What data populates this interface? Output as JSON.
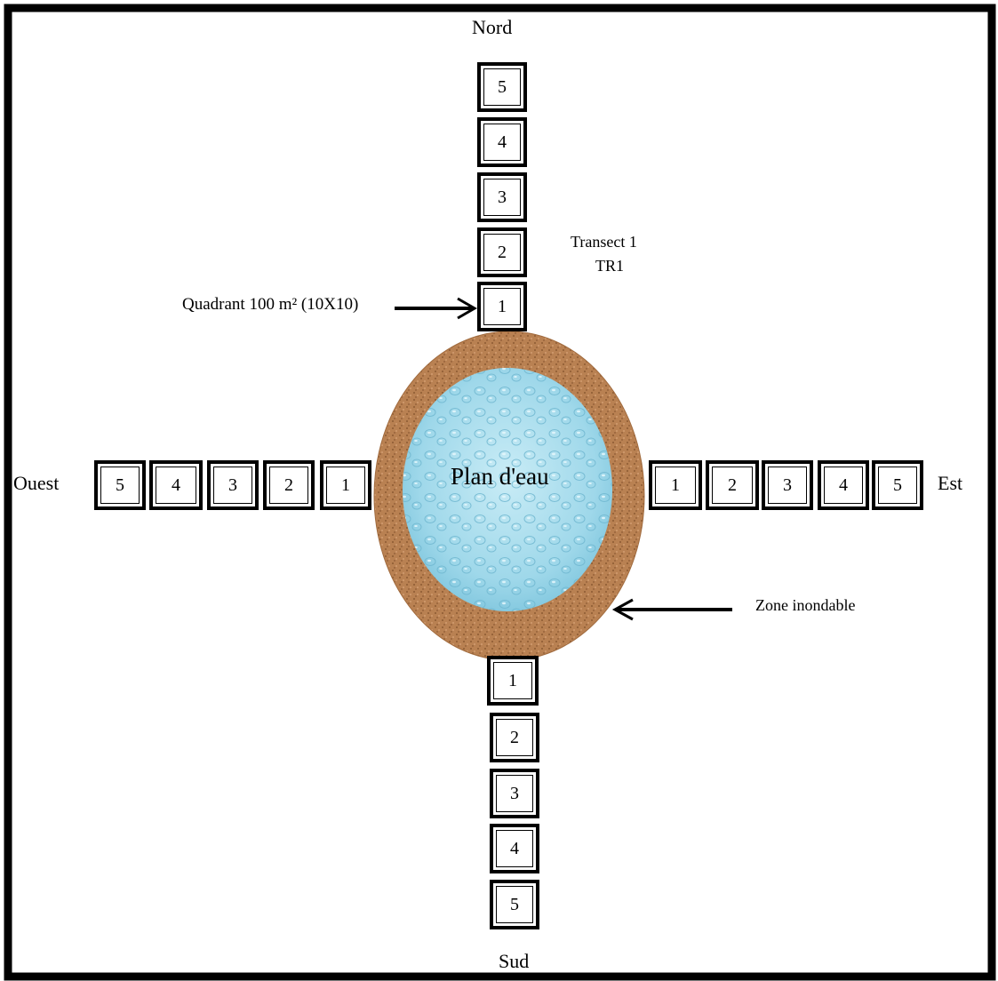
{
  "directions": {
    "north": "Nord",
    "south": "Sud",
    "east": "Est",
    "west": "Ouest"
  },
  "water_label": "Plan d'eau",
  "quadrant_label": "Quadrant 100 m² (10X10)",
  "transect_label": {
    "line1": "Transect 1",
    "line2": "TR1"
  },
  "flood_zone_label": "Zone inondable",
  "transects": {
    "north": [
      "5",
      "4",
      "3",
      "2",
      "1"
    ],
    "west": [
      "5",
      "4",
      "3",
      "2",
      "1"
    ],
    "east": [
      "1",
      "2",
      "3",
      "4",
      "5"
    ],
    "south": [
      "1",
      "2",
      "3",
      "4",
      "5"
    ]
  },
  "colors": {
    "water": "#9fd8ea",
    "water_edge": "#6cbcd6",
    "soil": "#b98152",
    "soil_dark": "#8c5a32",
    "line": "#000000"
  }
}
